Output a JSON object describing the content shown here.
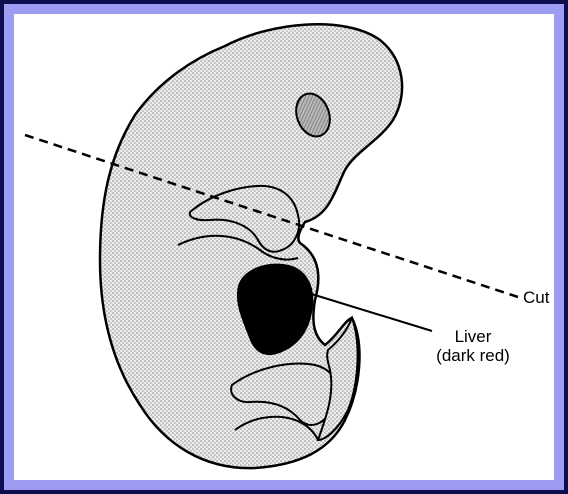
{
  "labels": {
    "cut": "Cut",
    "liver_line1": "Liver",
    "liver_line2": "(dark red)"
  },
  "colors": {
    "outer_frame": "#0d0d50",
    "border": "#9c9cf2",
    "panel": "#ffffff",
    "embryo_fill": "#d9d9d9",
    "liver": "#000000",
    "eye": "#9a9a9a"
  }
}
